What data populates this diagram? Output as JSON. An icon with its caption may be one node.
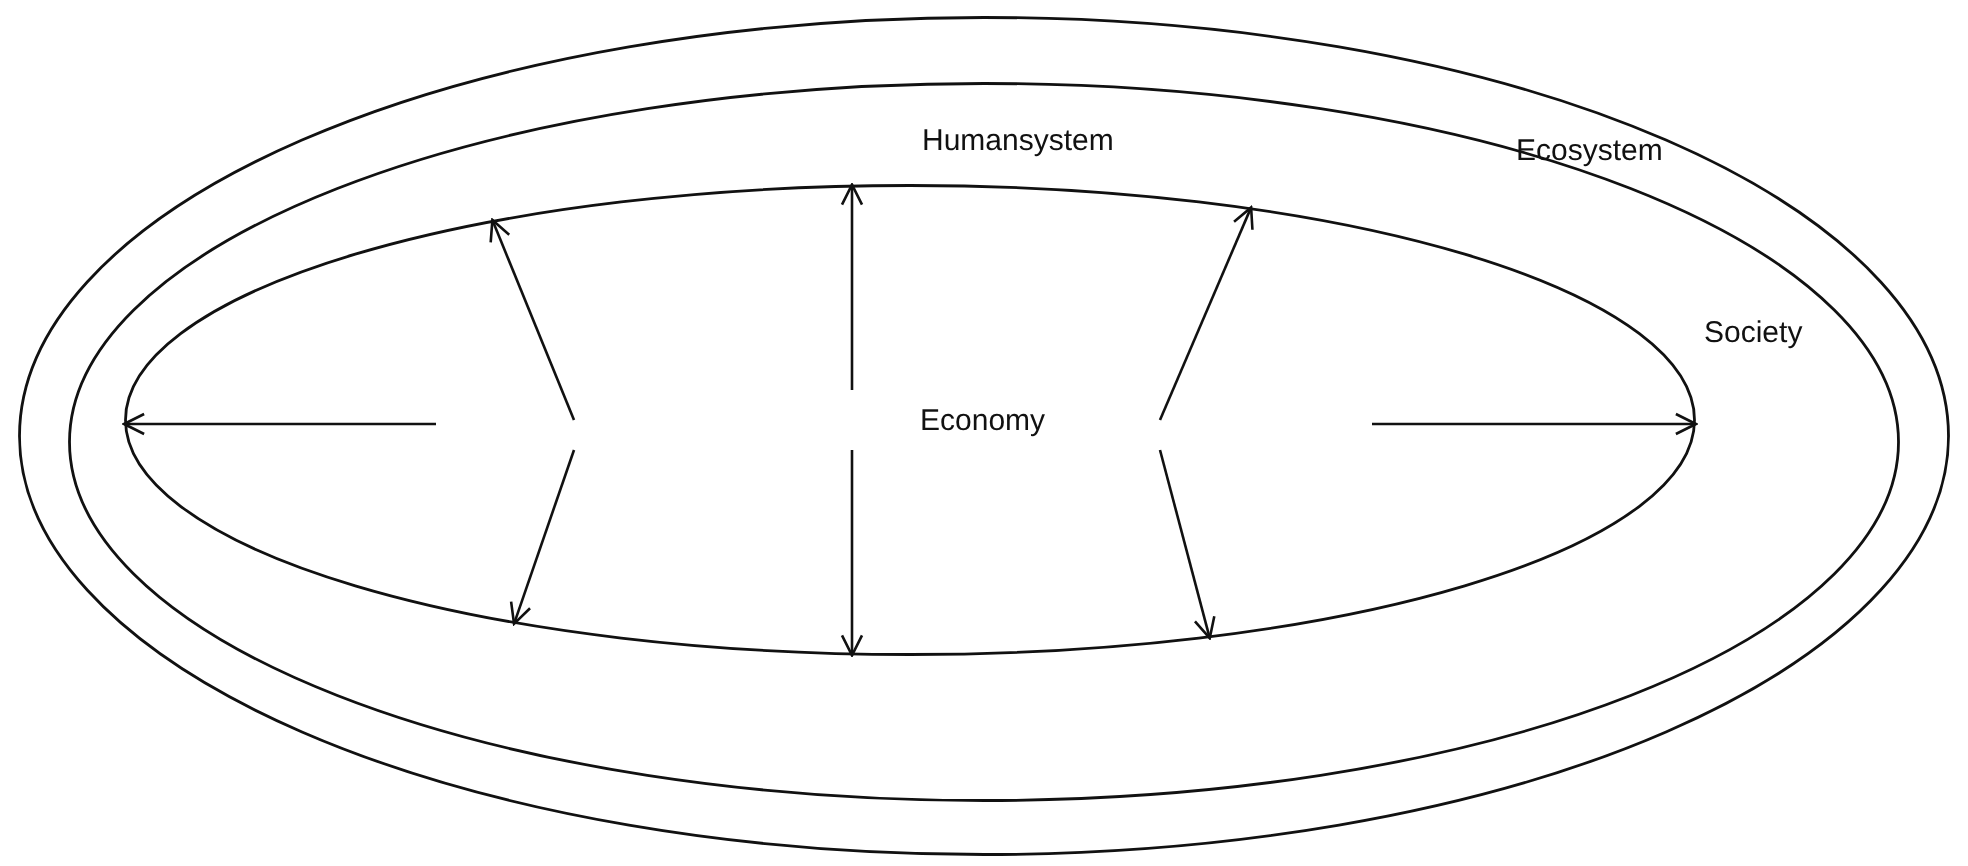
{
  "diagram": {
    "nodes": [
      {
        "text": [
          "Ecosystem"
        ]
      },
      {
        "text": [
          "Humansystem"
        ],
        "in": 0
      },
      {
        "text": [
          "Society"
        ],
        "in": 1
      },
      {
        "text": [
          "Economy"
        ],
        "in": 2
      }
    ],
    "edges": [
      {
        "from": null,
        "to": 2,
        "arrow": "to"
      },
      {
        "from": null,
        "to": 2,
        "arrow": "to"
      },
      {
        "from": null,
        "to": 2,
        "arrow": "to"
      },
      {
        "from": null,
        "to": 2,
        "arrow": "to"
      },
      {
        "from": null,
        "to": 2,
        "arrow": "to"
      },
      {
        "from": null,
        "to": 2,
        "arrow": "to"
      },
      {
        "from": null,
        "to": 2,
        "arrow": "to"
      },
      {
        "from": null,
        "to": 2,
        "arrow": "to"
      }
    ]
  }
}
